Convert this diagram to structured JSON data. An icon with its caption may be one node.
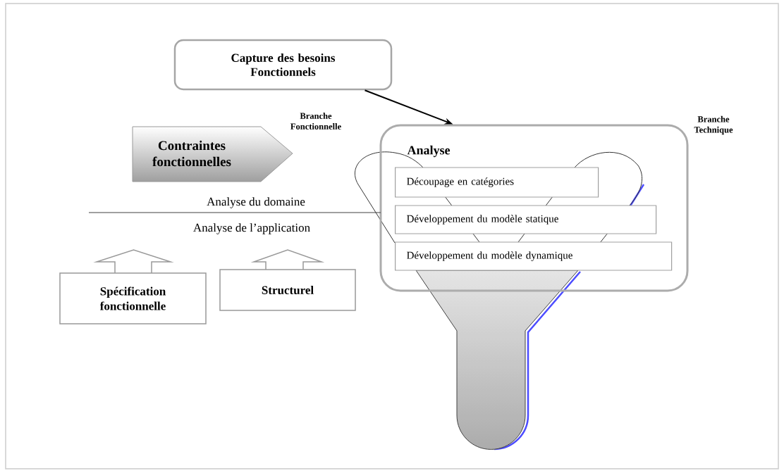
{
  "diagram": {
    "nodes": [
      {
        "text": [
          "Capture des besoins Fonctionnels"
        ]
      },
      {
        "text": [
          "Contraintes fonctionnelles"
        ]
      },
      {
        "text": [
          "Analyse"
        ]
      },
      {
        "text": [
          "Découpage en catégories"
        ],
        "in": 2
      },
      {
        "text": [
          "Développement du modèle statique"
        ],
        "in": 2
      },
      {
        "text": [
          "Développement du modèle dynamique"
        ],
        "in": 2
      },
      {
        "text": [
          "Spécification fonctionnelle"
        ]
      },
      {
        "text": [
          "Structurel"
        ]
      }
    ],
    "edges": [
      {
        "from": 0,
        "to": 2,
        "arrow": "to"
      }
    ],
    "labels": [
      "Branche Fonctionnelle",
      "Branche Technique",
      "Analyse du domaine",
      "Analyse de l’application"
    ]
  }
}
